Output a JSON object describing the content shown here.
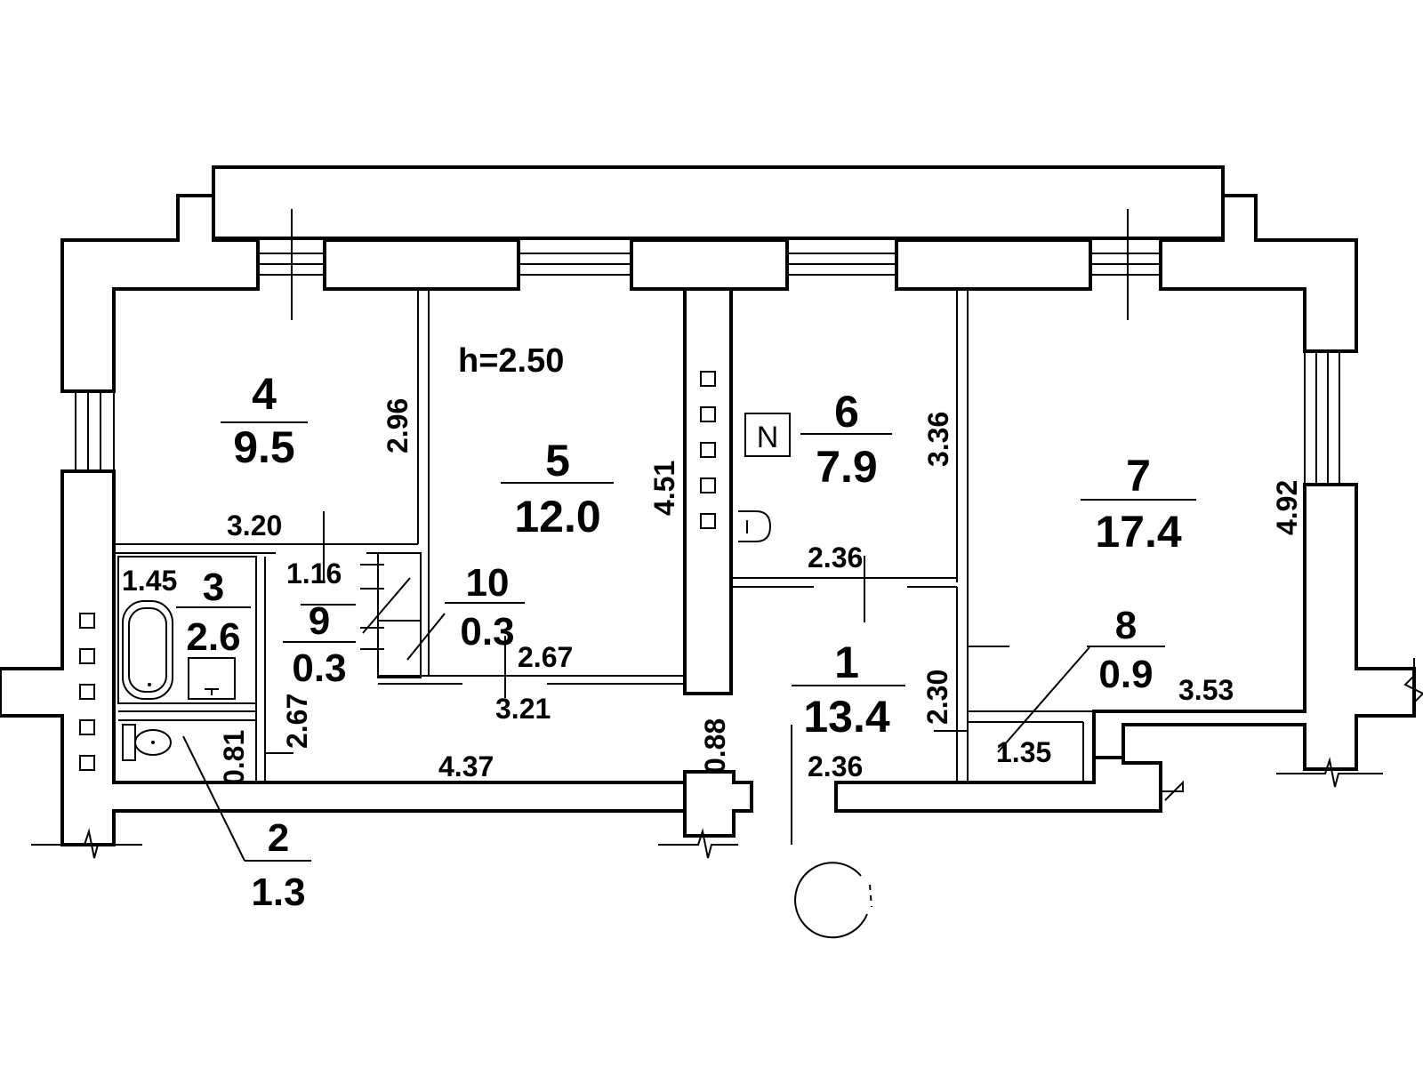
{
  "ceiling_height": "h=2.50",
  "rooms": [
    {
      "number": "1",
      "area": "13.4"
    },
    {
      "number": "2",
      "area": "1.3"
    },
    {
      "number": "3",
      "area": "2.6"
    },
    {
      "number": "4",
      "area": "9.5"
    },
    {
      "number": "5",
      "area": "12.0"
    },
    {
      "number": "6",
      "area": "7.9"
    },
    {
      "number": "7",
      "area": "17.4"
    },
    {
      "number": "8",
      "area": "0.9"
    },
    {
      "number": "9",
      "area": "0.3"
    },
    {
      "number": "10",
      "area": "0.3"
    }
  ],
  "dimensions": {
    "r4_width": "3.20",
    "r4_depth": "2.96",
    "r5_depth": "4.51",
    "r5_bottom": "2.67",
    "r6_depth": "3.36",
    "r6_width": "2.36",
    "r7_depth": "4.92",
    "r7_bottom": "3.53",
    "r3_width": "1.45",
    "r9_width": "1.16",
    "corr_width": "3.21",
    "corr_length": "4.37",
    "corr_depth": "2.67",
    "r2_width": "0.81",
    "door_gap": "0.88",
    "r1_width": "2.36",
    "r1_depth": "2.30",
    "r8_width": "1.35",
    "r1_top": "2.36"
  },
  "stove_symbol": "N"
}
